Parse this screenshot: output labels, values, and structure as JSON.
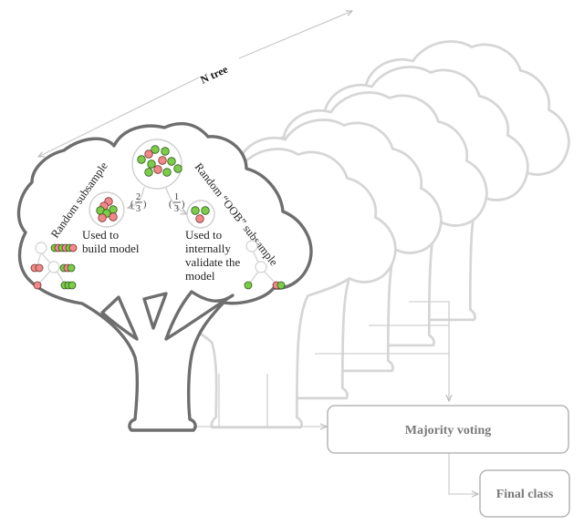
{
  "title": "Random forest diagram",
  "labels": {
    "n_tree": "N tree",
    "random_subsample": "Random subsample",
    "random_oob_subsample": "Random “OOB” subsample",
    "fraction_left_num": "2",
    "fraction_left_den": "3",
    "fraction_right_num": "1",
    "fraction_right_den": "3",
    "used_to_build": [
      "Used to",
      "build model"
    ],
    "used_to_validate": [
      "Used to",
      "internally",
      "validate the",
      "model"
    ]
  },
  "boxes": {
    "majority_voting": "Majority voting",
    "final_class": "Final class"
  },
  "samples": {
    "full": [
      "green",
      "red",
      "green",
      "green",
      "red",
      "green",
      "green",
      "green",
      "red",
      "green",
      "green"
    ],
    "in_bag": [
      "red",
      "red",
      "green",
      "green",
      "green",
      "red",
      "red"
    ],
    "oob": [
      "green",
      "green",
      "red"
    ]
  },
  "colors": {
    "positive_class": "#7ccc4a",
    "negative_class": "#f08a8a",
    "main_tree_outline": "#6e6e6e",
    "background_tree_outline": "#d6d6d6"
  },
  "background_tree_count": 5
}
